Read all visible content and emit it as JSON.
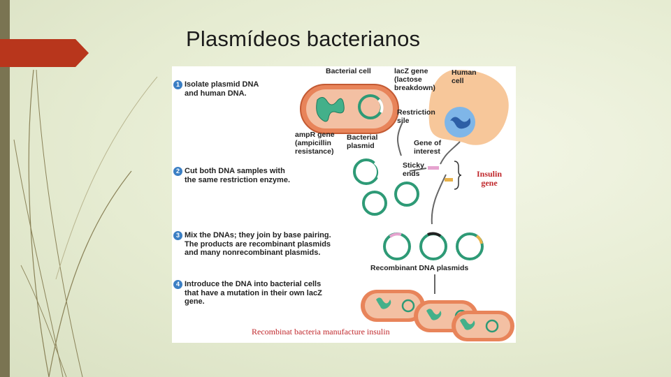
{
  "slide": {
    "title": "Plasmídeos bacterianos"
  },
  "colors": {
    "accent_tab": "#b8361c",
    "left_bar": "#7a7452",
    "step_badge": "#3b7fc4",
    "plasmid_green": "#2e9a76",
    "cell_orange": "#e8845a",
    "label_red": "#c0282c"
  },
  "figure": {
    "steps": [
      {
        "num": "1",
        "text": "Isolate plasmid DNA\nand human DNA."
      },
      {
        "num": "2",
        "text": "Cut both DNA samples with\nthe same restriction enzyme."
      },
      {
        "num": "3",
        "text": "Mix the DNAs; they join by base pairing.\nThe products are recombinant plasmids\nand many nonrecombinant plasmids."
      },
      {
        "num": "4",
        "text": "Introduce the DNA into bacterial cells\nthat have a mutation in their own lacZ\ngene."
      }
    ],
    "labels": {
      "bacterial_cell": "Bacterial cell",
      "lacz_gene": "lacZ gene\n(lactose\nbreakdown)",
      "human_cell": "Human\ncell",
      "restriction_site": "Restriction\nsile",
      "ampr_gene": "ampR gene\n(ampicillin\nresistance)",
      "bacterial_plasmid": "Bacterial\nplasmid",
      "gene_of_interest": "Gene of\ninterest",
      "sticky_ends": "Sticky\nends",
      "insulin_gene": "Insulin\ngene",
      "recombinant_plasmids": "Recombinant DNA plasmids"
    },
    "caption": "Recombinat bacteria manufacture insulin"
  }
}
